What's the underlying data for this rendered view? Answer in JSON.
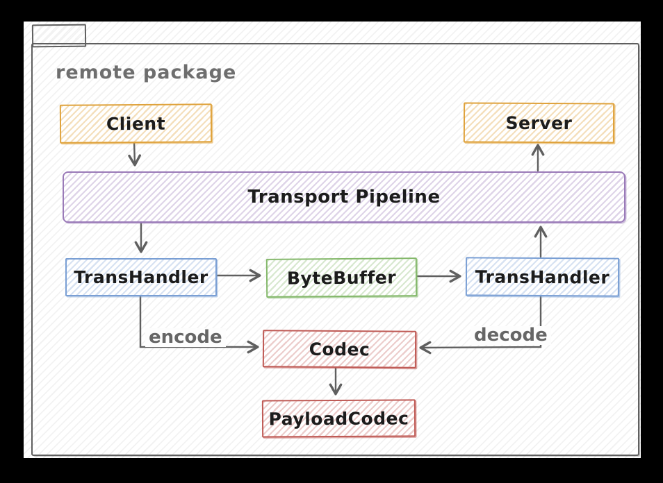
{
  "package": {
    "label": "remote package"
  },
  "nodes": {
    "client": {
      "label": "Client",
      "color": "#dfa23b"
    },
    "server": {
      "label": "Server",
      "color": "#dfa23b"
    },
    "transport_pipeline": {
      "label": "Transport Pipeline",
      "color": "#9a7ab8"
    },
    "trans_handler_left": {
      "label": "TransHandler",
      "color": "#7a9fd4"
    },
    "byte_buffer": {
      "label": "ByteBuffer",
      "color": "#84b86b"
    },
    "trans_handler_right": {
      "label": "TransHandler",
      "color": "#7a9fd4"
    },
    "codec": {
      "label": "Codec",
      "color": "#bf5a55"
    },
    "payload_codec": {
      "label": "PayloadCodec",
      "color": "#bf5a55"
    }
  },
  "edges": [
    {
      "from": "client",
      "to": "transport_pipeline",
      "label": ""
    },
    {
      "from": "transport_pipeline",
      "to": "trans_handler_left",
      "label": ""
    },
    {
      "from": "trans_handler_left",
      "to": "byte_buffer",
      "label": ""
    },
    {
      "from": "byte_buffer",
      "to": "trans_handler_right",
      "label": ""
    },
    {
      "from": "trans_handler_right",
      "to": "transport_pipeline",
      "label": ""
    },
    {
      "from": "transport_pipeline",
      "to": "server",
      "label": ""
    },
    {
      "from": "trans_handler_left",
      "to": "codec",
      "label": "encode"
    },
    {
      "from": "trans_handler_right",
      "to": "codec",
      "label": "decode"
    },
    {
      "from": "codec",
      "to": "payload_codec",
      "label": ""
    }
  ],
  "colors": {
    "background": "#000000",
    "canvas": "#ffffff",
    "outline_gray": "#5f5f5f",
    "arrow_gray": "#5f5f5f",
    "node_text": "#1c1c1c",
    "label_gray": "#6e6e6e"
  }
}
